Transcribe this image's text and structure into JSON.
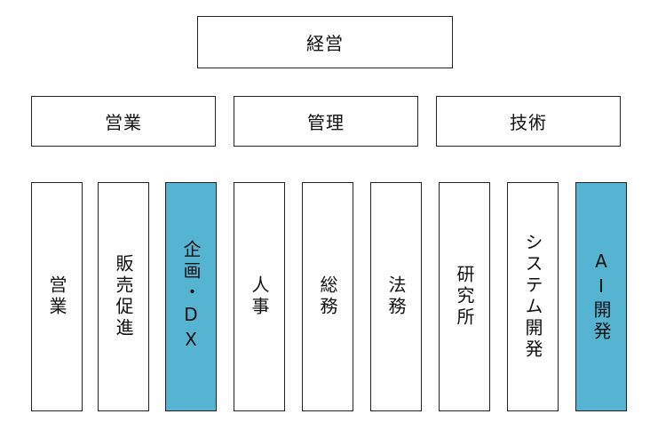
{
  "accent_color": "#56b4d3",
  "top": {
    "label": "経営"
  },
  "middle": [
    {
      "label": "営業"
    },
    {
      "label": "管理"
    },
    {
      "label": "技術"
    }
  ],
  "bottom": [
    {
      "label": "営業",
      "highlighted": false
    },
    {
      "label": "販売促進",
      "highlighted": false
    },
    {
      "label": "企画・DX",
      "highlighted": true
    },
    {
      "label": "人事",
      "highlighted": false
    },
    {
      "label": "総務",
      "highlighted": false
    },
    {
      "label": "法務",
      "highlighted": false
    },
    {
      "label": "研究所",
      "highlighted": false
    },
    {
      "label": "システム開発",
      "highlighted": false
    },
    {
      "label": "AI開発",
      "highlighted": true
    }
  ]
}
